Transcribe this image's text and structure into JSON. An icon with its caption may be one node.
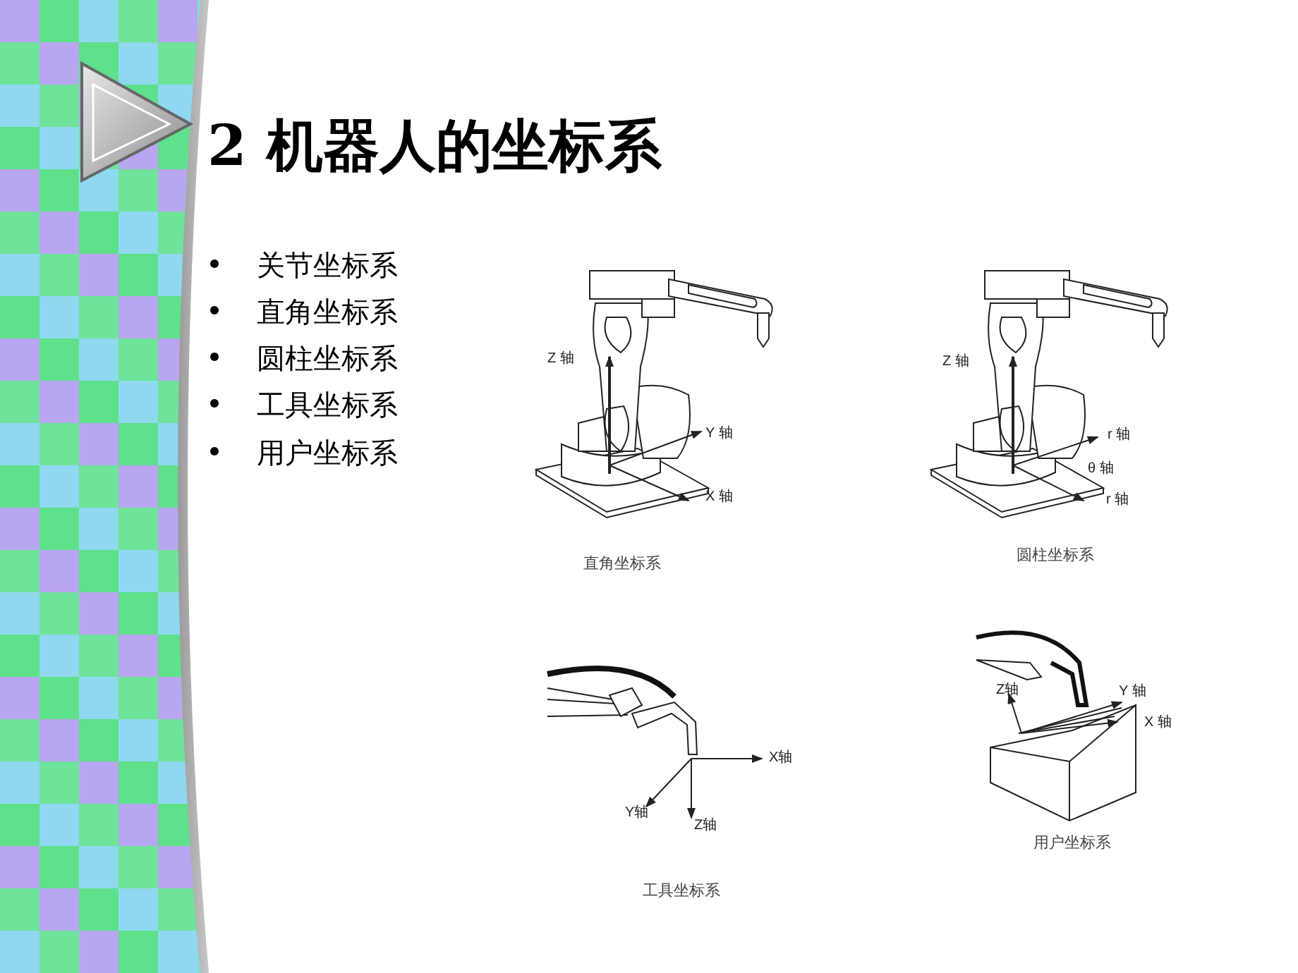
{
  "diagram": {
    "title": "2 机器人的坐标系",
    "labels": [
      "关节坐标系",
      "直角坐标系",
      "圆柱坐标系",
      "工具坐标系",
      "用户坐标系",
      "Z 轴",
      "Y 轴",
      "X 轴",
      "直角坐标系",
      "Z 轴",
      "r 轴",
      "θ 轴",
      "r 轴",
      "圆柱坐标系",
      "X轴",
      "Y轴",
      "Z轴",
      "工具坐标系",
      "Z轴",
      "Y 轴",
      "X 轴",
      "用户坐标系"
    ]
  }
}
